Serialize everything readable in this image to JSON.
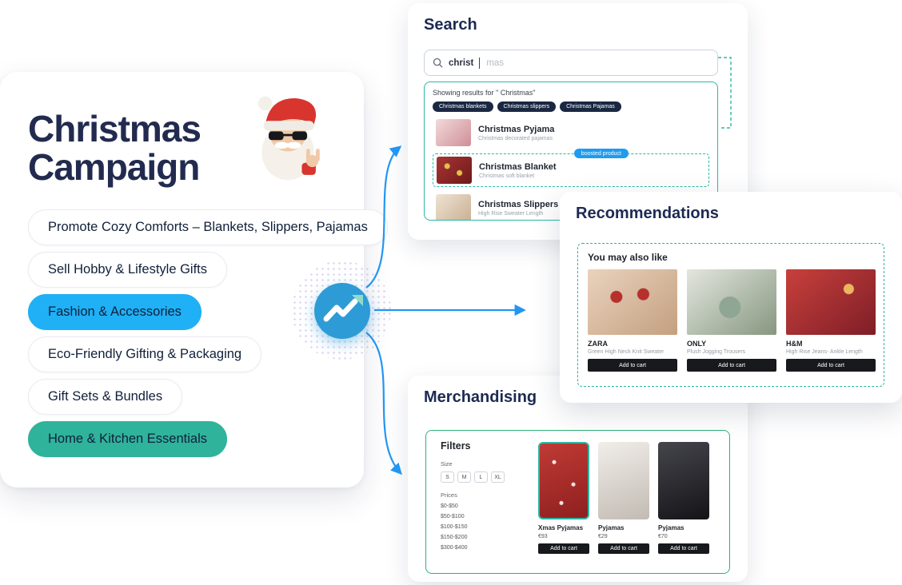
{
  "campaign": {
    "title_line1": "Christmas",
    "title_line2": "Campaign",
    "pills": [
      {
        "label": "Promote Cozy Comforts – Blankets, Slippers, Pajamas",
        "style": "outline"
      },
      {
        "label": "Sell Hobby & Lifestyle Gifts",
        "style": "outline"
      },
      {
        "label": "Fashion & Accessories",
        "style": "blue"
      },
      {
        "label": "Eco-Friendly Gifting & Packaging",
        "style": "outline"
      },
      {
        "label": "Gift Sets & Bundles",
        "style": "outline"
      },
      {
        "label": "Home & Kitchen Essentials",
        "style": "teal"
      }
    ]
  },
  "search": {
    "title": "Search",
    "typed": "christ",
    "suggestion": "mas",
    "results_label": "Showing results for \" Christmas\"",
    "chips": [
      "Christmas blankets",
      "Christmas slippers",
      "Christmas Pajamas"
    ],
    "results": [
      {
        "name": "Christmas Pyjama",
        "desc": "Christmas decorated pajamas",
        "badge": ""
      },
      {
        "name": "Christmas Blanket",
        "desc": "Christmas soft blanket",
        "badge": "boosted product"
      },
      {
        "name": "Christmas Slippers",
        "desc": "High Rise Sweater Length",
        "badge": ""
      }
    ]
  },
  "recommendations": {
    "title": "Recommendations",
    "subtitle": "You may also like",
    "products": [
      {
        "brand": "ZARA",
        "desc": "Green High Neck Knit Sweater",
        "cta": "Add to cart"
      },
      {
        "brand": "ONLY",
        "desc": "Plush Jogging Trousers",
        "cta": "Add to cart"
      },
      {
        "brand": "H&M",
        "desc": "High Rise Jeans- Ankle Length",
        "cta": "Add to cart"
      }
    ]
  },
  "merchandising": {
    "title": "Merchandising",
    "filters_title": "Filters",
    "size_label": "Size",
    "sizes": [
      "S",
      "M",
      "L",
      "XL"
    ],
    "prices_label": "Prices",
    "price_ranges": [
      "$0-$50",
      "$50-$100",
      "$100-$150",
      "$150-$200",
      "$300-$400"
    ],
    "products": [
      {
        "name": "Xmas Pyjamas",
        "price": "€93",
        "cta": "Add to cart",
        "selected": true
      },
      {
        "name": "Pyjamas",
        "price": "€29",
        "cta": "Add to cart",
        "selected": false
      },
      {
        "name": "Pyjamas",
        "price": "€70",
        "cta": "Add to cart",
        "selected": false
      }
    ]
  },
  "colors": {
    "accent_blue": "#1fb0f5",
    "accent_teal": "#2fb39b",
    "results_border_teal": "#2db6a3",
    "merch_border_green": "#2fb277",
    "heading_navy": "#1c2a52",
    "badge_blue": "#1f9bf0",
    "cart_button_black": "#17191d",
    "arrow_blue": "#2196f3"
  }
}
